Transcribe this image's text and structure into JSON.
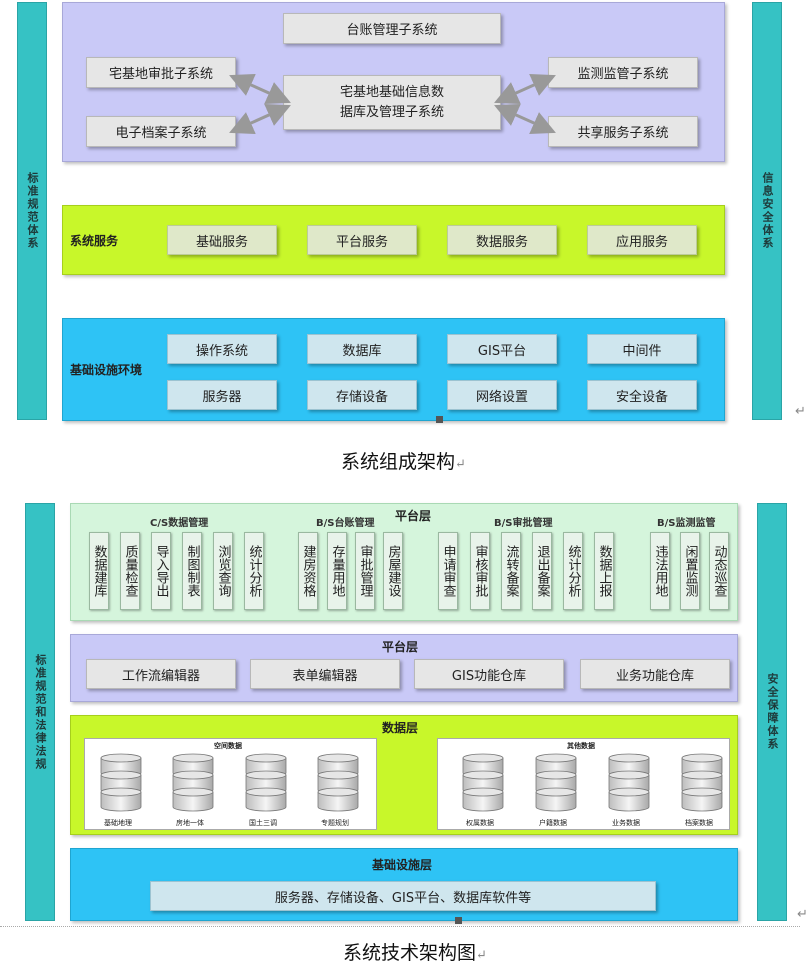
{
  "diagram1": {
    "left_bar": "标准规范体系",
    "right_bar": "信息安全体系",
    "top": {
      "ledger": "台账管理子系统",
      "approval": "宅基地审批子系统",
      "archive": "电子档案子系统",
      "core_line1": "宅基地基础信息数",
      "core_line2": "据库及管理子系统",
      "monitor": "监测监管子系统",
      "share": "共享服务子系统"
    },
    "services": {
      "label": "系统服务",
      "items": [
        "基础服务",
        "平台服务",
        "数据服务",
        "应用服务"
      ]
    },
    "infra": {
      "label": "基础设施环境",
      "row1": [
        "操作系统",
        "数据库",
        "GIS平台",
        "中间件"
      ],
      "row2": [
        "服务器",
        "存储设备",
        "网络设置",
        "安全设备"
      ]
    },
    "caption": "系统组成架构"
  },
  "diagram2": {
    "left_bar": "标准规范和法律法规",
    "right_bar": "安全保障体系",
    "app_layer": {
      "title": "平台层",
      "groups": [
        {
          "name": "C/S数据管理",
          "cols": [
            "数据建库",
            "质量检查",
            "导入导出",
            "制图制表",
            "浏览查询",
            "统计分析"
          ]
        },
        {
          "name": "B/S台账管理",
          "cols": [
            "建房资格",
            "存量用地",
            "审批管理",
            "房屋建设"
          ]
        },
        {
          "name": "B/S审批管理",
          "cols": [
            "申请审查",
            "审核审批",
            "流转备案",
            "退出备案",
            "统计分析",
            "数据上报"
          ]
        },
        {
          "name": "B/S监测监管",
          "cols": [
            "违法用地",
            "闲置监测",
            "动态巡查"
          ]
        }
      ]
    },
    "platform_layer": {
      "title": "平台层",
      "items": [
        "工作流编辑器",
        "表单编辑器",
        "GIS功能仓库",
        "业务功能仓库"
      ]
    },
    "data_layer": {
      "title": "数据层",
      "spatial": {
        "title": "空间数据",
        "items": [
          "基础地理",
          "房地一体",
          "国土三调",
          "专题规划"
        ]
      },
      "other": {
        "title": "其他数据",
        "items": [
          "权属数据",
          "户籍数据",
          "业务数据",
          "档案数据"
        ]
      }
    },
    "infra_layer": {
      "title": "基础设施层",
      "content": "服务器、存储设备、GIS平台、数据库软件等"
    },
    "caption": "系统技术架构图"
  },
  "marks": {
    "return": "↵"
  }
}
